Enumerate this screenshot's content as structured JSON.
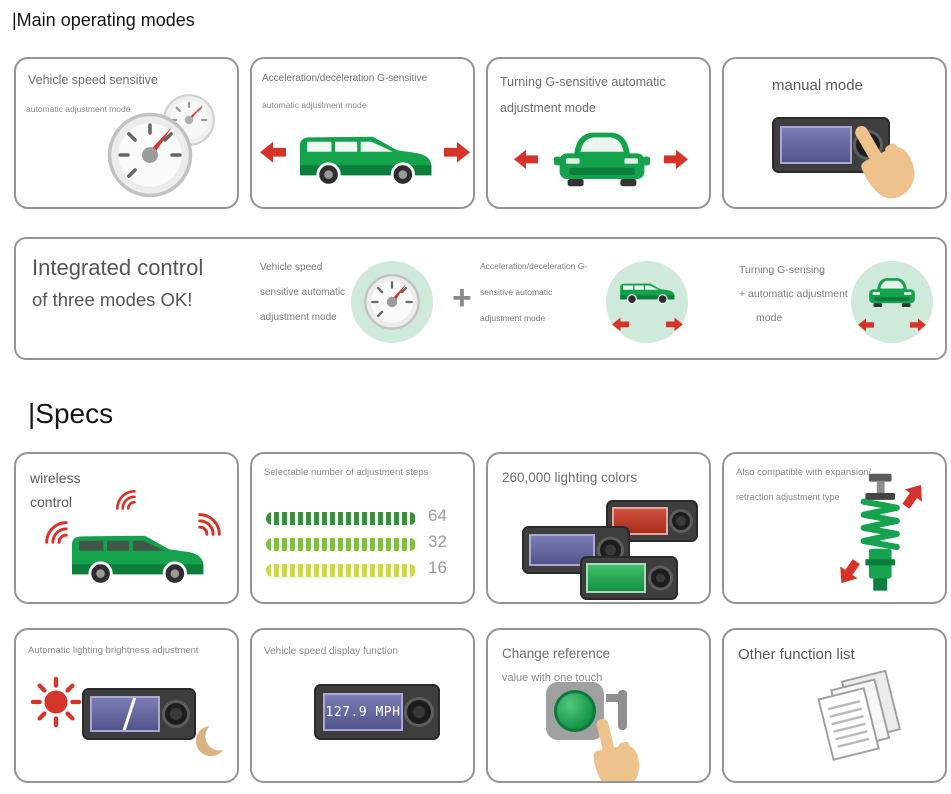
{
  "colors": {
    "accent_green": "#14a24d",
    "dark_green": "#0c7d3b",
    "accent_red": "#d6342a",
    "mint_circle": "#cfe9da",
    "screen_purple": "#62629c",
    "screen_red": "#bb3425",
    "screen_green": "#1f9c4a",
    "device_body": "#3e3e3e",
    "hand_tan": "#eec28c",
    "bar_dark_green": "#3a8f3a",
    "bar_green": "#7fbf43",
    "bar_yellow_green": "#c9da50"
  },
  "modes": {
    "title": "|Main operating modes",
    "card_speed": {
      "line1": "Vehicle speed sensitive",
      "line2": "automatic adjustment mode"
    },
    "card_accel": {
      "line1": "Acceleration/deceleration G-sensitive",
      "line2": "automatic adjustment mode"
    },
    "card_turning": {
      "line1": "Turning G-sensitive automatic",
      "line2": "adjustment mode"
    },
    "card_manual": {
      "line1": "manual mode"
    }
  },
  "integrated": {
    "title_line1": "Integrated control",
    "title_line2": "of three modes OK!",
    "group_speed": {
      "line1": "Vehicle speed",
      "line2": "sensitive automatic",
      "line3": "adjustment mode"
    },
    "plus": "+",
    "group_accel": {
      "line1": "Acceleration/deceleration G-",
      "line2": "sensitive automatic",
      "line3": "adjustment mode"
    },
    "group_turning": {
      "line1": "Turning G-sensing",
      "line2": "+ automatic adjustment",
      "line3": "mode"
    }
  },
  "specs": {
    "title": "|Specs",
    "card_wireless": {
      "line1": "wireless",
      "line2": "control"
    },
    "card_steps": {
      "line1": "Selectable number of adjustment steps",
      "values": [
        "64",
        "32",
        "16"
      ]
    },
    "card_colors": {
      "line1": "260,000 lighting colors"
    },
    "card_expansion": {
      "line1": "Also compatible with expansion/",
      "line2": "retraction adjustment type"
    },
    "card_brightness": {
      "line1": "Automatic lighting brightness adjustment"
    },
    "card_speed_display": {
      "line1": "Vehicle speed display function",
      "display_value": "127.9 MPH"
    },
    "card_one_touch": {
      "line1": "Change reference",
      "line2": "value with one touch"
    },
    "card_functions": {
      "line1": "Other function list"
    }
  }
}
